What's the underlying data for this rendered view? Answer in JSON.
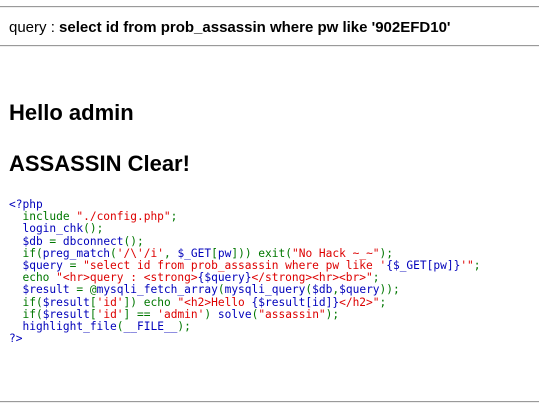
{
  "colors": {
    "default": "#0000BB",
    "keyword": "#007700",
    "string": "#DD0000"
  },
  "query_line": {
    "prefix": "query : ",
    "sql": "select id from prob_assassin where pw like '902EFD10'"
  },
  "hello_text": "Hello admin",
  "clear_text": "ASSASSIN Clear!",
  "source_code": [
    [
      {
        "t": "<?php",
        "c": "df"
      }
    ],
    [
      {
        "t": "  include ",
        "c": "kw"
      },
      {
        "t": "\"./config.php\"",
        "c": "st"
      },
      {
        "t": ";",
        "c": "kw"
      }
    ],
    [
      {
        "t": "  login_chk",
        "c": "df"
      },
      {
        "t": "();",
        "c": "kw"
      }
    ],
    [
      {
        "t": "  $db ",
        "c": "df"
      },
      {
        "t": "= ",
        "c": "kw"
      },
      {
        "t": "dbconnect",
        "c": "df"
      },
      {
        "t": "();",
        "c": "kw"
      }
    ],
    [
      {
        "t": "  if(",
        "c": "kw"
      },
      {
        "t": "preg_match",
        "c": "df"
      },
      {
        "t": "(",
        "c": "kw"
      },
      {
        "t": "'/\\'/i'",
        "c": "st"
      },
      {
        "t": ", ",
        "c": "kw"
      },
      {
        "t": "$_GET",
        "c": "df"
      },
      {
        "t": "[",
        "c": "kw"
      },
      {
        "t": "pw",
        "c": "df"
      },
      {
        "t": "])) exit(",
        "c": "kw"
      },
      {
        "t": "\"No Hack ~_~\"",
        "c": "st"
      },
      {
        "t": ");",
        "c": "kw"
      }
    ],
    [
      {
        "t": "  $query ",
        "c": "df"
      },
      {
        "t": "= ",
        "c": "kw"
      },
      {
        "t": "\"select id from prob_assassin where pw like '",
        "c": "st"
      },
      {
        "t": "{$_GET[pw]}",
        "c": "df"
      },
      {
        "t": "'\"",
        "c": "st"
      },
      {
        "t": ";",
        "c": "kw"
      }
    ],
    [
      {
        "t": "  echo ",
        "c": "kw"
      },
      {
        "t": "\"<hr>query : <strong>",
        "c": "st"
      },
      {
        "t": "{$query}",
        "c": "df"
      },
      {
        "t": "</strong><hr><br>\"",
        "c": "st"
      },
      {
        "t": ";",
        "c": "kw"
      }
    ],
    [
      {
        "t": "  $result ",
        "c": "df"
      },
      {
        "t": "= @",
        "c": "kw"
      },
      {
        "t": "mysqli_fetch_array",
        "c": "df"
      },
      {
        "t": "(",
        "c": "kw"
      },
      {
        "t": "mysqli_query",
        "c": "df"
      },
      {
        "t": "(",
        "c": "kw"
      },
      {
        "t": "$db",
        "c": "df"
      },
      {
        "t": ",",
        "c": "kw"
      },
      {
        "t": "$query",
        "c": "df"
      },
      {
        "t": "));",
        "c": "kw"
      }
    ],
    [
      {
        "t": "  if(",
        "c": "kw"
      },
      {
        "t": "$result",
        "c": "df"
      },
      {
        "t": "[",
        "c": "kw"
      },
      {
        "t": "'id'",
        "c": "st"
      },
      {
        "t": "]) echo ",
        "c": "kw"
      },
      {
        "t": "\"<h2>Hello ",
        "c": "st"
      },
      {
        "t": "{$result[id]}",
        "c": "df"
      },
      {
        "t": "</h2>\"",
        "c": "st"
      },
      {
        "t": ";",
        "c": "kw"
      }
    ],
    [
      {
        "t": "  if(",
        "c": "kw"
      },
      {
        "t": "$result",
        "c": "df"
      },
      {
        "t": "[",
        "c": "kw"
      },
      {
        "t": "'id'",
        "c": "st"
      },
      {
        "t": "] == ",
        "c": "kw"
      },
      {
        "t": "'admin'",
        "c": "st"
      },
      {
        "t": ") ",
        "c": "kw"
      },
      {
        "t": "solve",
        "c": "df"
      },
      {
        "t": "(",
        "c": "kw"
      },
      {
        "t": "\"assassin\"",
        "c": "st"
      },
      {
        "t": ");",
        "c": "kw"
      }
    ],
    [
      {
        "t": "  highlight_file",
        "c": "df"
      },
      {
        "t": "(",
        "c": "kw"
      },
      {
        "t": "__FILE__",
        "c": "df"
      },
      {
        "t": ");",
        "c": "kw"
      }
    ],
    [
      {
        "t": "?>",
        "c": "df"
      }
    ]
  ]
}
